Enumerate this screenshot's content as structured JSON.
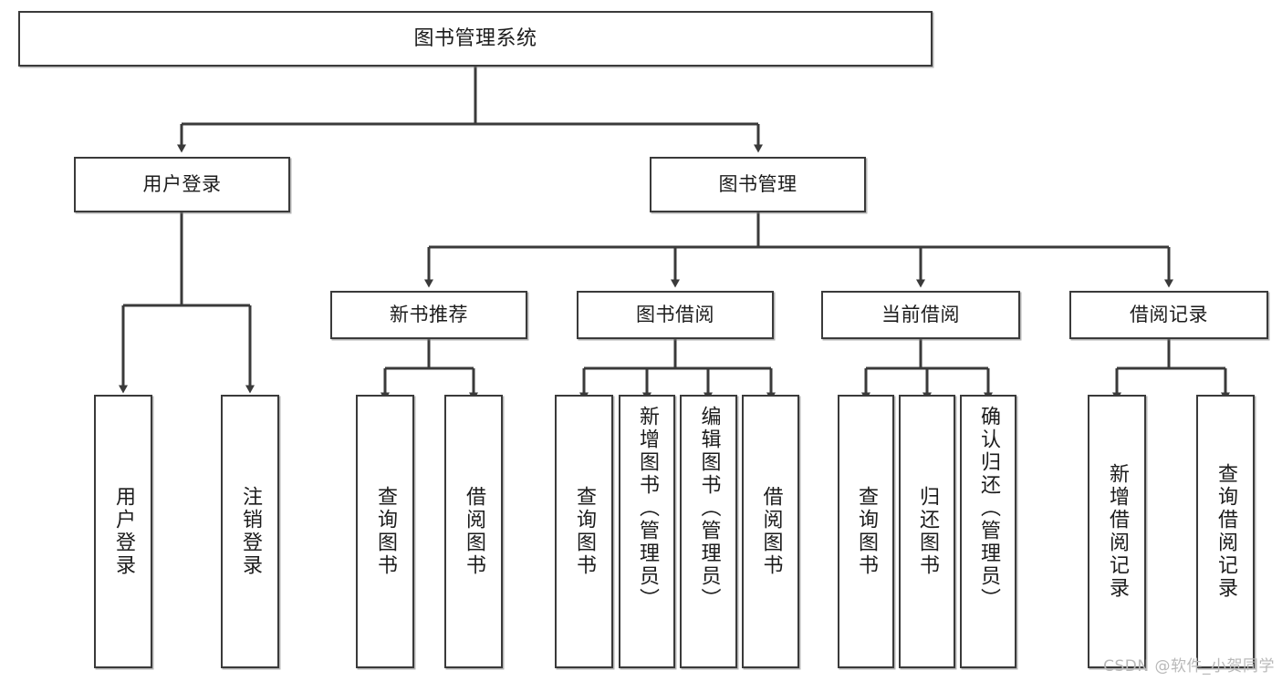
{
  "diagram": {
    "title": "图书管理系统",
    "type": "hierarchy-tree",
    "watermark": "CSDN @软件_小贺同学",
    "style": {
      "background": "#ffffff",
      "box_border": "#3a3a3a",
      "line_color": "#3a3a3a",
      "text_color": "#1c1c1c",
      "watermark_color": "#b9b9b9"
    },
    "nodes": {
      "root": {
        "label": "图书管理系统",
        "level": 1,
        "orientation": "horizontal"
      },
      "level2": [
        {
          "id": "user-login",
          "label": "用户登录",
          "orientation": "horizontal"
        },
        {
          "id": "book-manage",
          "label": "图书管理",
          "orientation": "horizontal"
        }
      ],
      "level3": [
        {
          "id": "new-book-rec",
          "label": "新书推荐",
          "orientation": "horizontal",
          "parent": "book-manage"
        },
        {
          "id": "book-borrow",
          "label": "图书借阅",
          "orientation": "horizontal",
          "parent": "book-manage"
        },
        {
          "id": "current-borrow",
          "label": "当前借阅",
          "orientation": "horizontal",
          "parent": "book-manage"
        },
        {
          "id": "borrow-record",
          "label": "借阅记录",
          "orientation": "horizontal",
          "parent": "book-manage"
        }
      ],
      "leaves": [
        {
          "id": "leaf-user-login",
          "label": "用户登录",
          "parent": "user-login",
          "orientation": "vertical"
        },
        {
          "id": "leaf-logout-login",
          "label": "注销登录",
          "parent": "user-login",
          "orientation": "vertical"
        },
        {
          "id": "leaf-query-book-1",
          "label": "查询图书",
          "parent": "new-book-rec",
          "orientation": "vertical"
        },
        {
          "id": "leaf-borrow-book-1",
          "label": "借阅图书",
          "parent": "new-book-rec",
          "orientation": "vertical"
        },
        {
          "id": "leaf-query-book-2",
          "label": "查询图书",
          "parent": "book-borrow",
          "orientation": "vertical"
        },
        {
          "id": "leaf-add-book-admin",
          "label": "新增图书（管理员）",
          "parent": "book-borrow",
          "orientation": "vertical"
        },
        {
          "id": "leaf-edit-book-admin",
          "label": "编辑图书（管理员）",
          "parent": "book-borrow",
          "orientation": "vertical"
        },
        {
          "id": "leaf-borrow-book-2",
          "label": "借阅图书",
          "parent": "book-borrow",
          "orientation": "vertical"
        },
        {
          "id": "leaf-query-book-3",
          "label": "查询图书",
          "parent": "current-borrow",
          "orientation": "vertical"
        },
        {
          "id": "leaf-return-book",
          "label": "归还图书",
          "parent": "current-borrow",
          "orientation": "vertical"
        },
        {
          "id": "leaf-confirm-return-admin",
          "label": "确认归还（管理员）",
          "parent": "current-borrow",
          "orientation": "vertical"
        },
        {
          "id": "leaf-add-borrow-record",
          "label": "新增借阅记录",
          "parent": "borrow-record",
          "orientation": "vertical"
        },
        {
          "id": "leaf-query-borrow-record",
          "label": "查询借阅记录",
          "parent": "borrow-record",
          "orientation": "vertical"
        }
      ]
    }
  }
}
